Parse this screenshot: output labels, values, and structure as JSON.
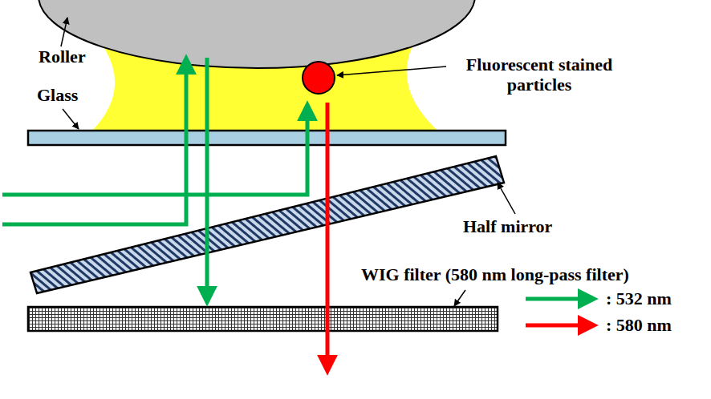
{
  "diagram": {
    "labels": [
      "Roller",
      "Glass",
      "Fluorescent stained particles",
      "Half mirror",
      "WIG filter (580 nm long-pass filter)"
    ],
    "legend": [
      {
        "text": ": 532 nm"
      },
      {
        "text": ": 580 nm"
      }
    ]
  }
}
